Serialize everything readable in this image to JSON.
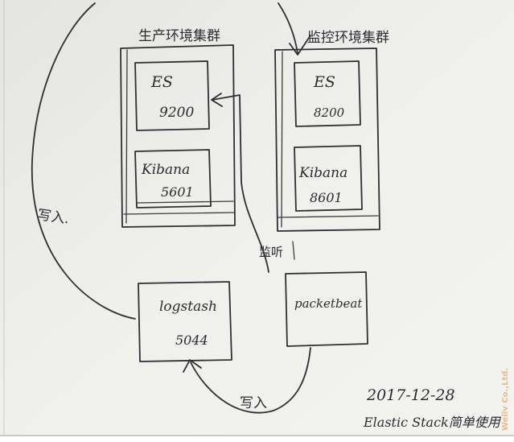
{
  "clusters": {
    "production": {
      "title": "生产环境集群",
      "es": {
        "name": "ES",
        "port": "9200"
      },
      "kibana": {
        "name": "Kibana",
        "port": "5601"
      }
    },
    "monitoring": {
      "title": "监控环境集群",
      "es": {
        "name": "ES",
        "port": "8200"
      },
      "kibana": {
        "name": "Kibana",
        "port": "8601"
      }
    }
  },
  "logstash": {
    "name": "logstash",
    "port": "5044"
  },
  "packetbeat": {
    "name": "packetbeat"
  },
  "labels": {
    "listen": "监听",
    "write_left": "写入.",
    "write_bottom": "写入"
  },
  "date": "2017-12-28",
  "caption": "Elastic Stack简单使用",
  "watermark": "Wellv Co.,Ltd.",
  "colors": {
    "ink": "#2e2e36",
    "paper": "#ecece8",
    "watermark": "#e8a86a"
  }
}
